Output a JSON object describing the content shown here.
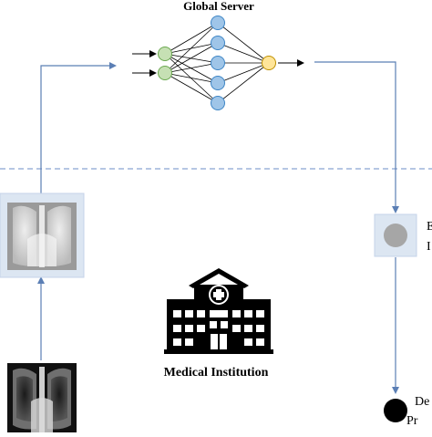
{
  "title": "Global Server",
  "institution_label": "Medical Institution",
  "right_labels": {
    "upper": [
      "E",
      "I"
    ],
    "lower": [
      "De",
      "Pr"
    ]
  },
  "colors": {
    "line_blue": "#5b7fb5",
    "dashed_blue": "#6b8cc7",
    "input_node_fill": "#c6e0b4",
    "input_node_stroke": "#6aa84f",
    "hidden_node_fill": "#9fc5e8",
    "hidden_node_stroke": "#3d85c6",
    "output_node_fill": "#ffe599",
    "output_node_stroke": "#bf9000",
    "panel_fill": "#dce6f2",
    "gray_node": "#a6a6a6"
  },
  "icons": {
    "hospital": "hospital-icon",
    "xray_processed": "chest-xray-processed-icon",
    "xray_raw": "chest-xray-raw-icon"
  }
}
